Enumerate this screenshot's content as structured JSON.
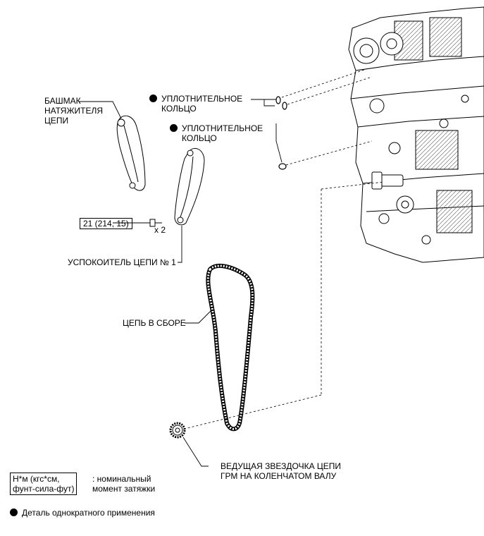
{
  "labels": {
    "tensioner_slipper_line1": "БАШМАК",
    "tensioner_slipper_line2": "НАТЯЖИТЕЛЯ",
    "tensioner_slipper_line3": "ЦЕПИ",
    "oring1_line1": "УПЛОТНИТЕЛЬНОЕ",
    "oring1_line2": "КОЛЬЦО",
    "oring2_line1": "УПЛОТНИТЕЛЬНОЕ",
    "oring2_line2": "КОЛЬЦО",
    "torque_value": "21 (214, 15)",
    "bolt_count": "x 2",
    "damper": "УСПОКОИТЕЛЬ ЦЕПИ № 1",
    "chain": "ЦЕПЬ В СБОРЕ",
    "sprocket_line1": "ВЕДУЩАЯ ЗВЕЗДОЧКА ЦЕПИ",
    "sprocket_line2": "ГРМ НА КОЛЕНЧАТОМ ВАЛУ"
  },
  "legend": {
    "torque_box_line1": "Н*м (кгс*см,",
    "torque_box_line2": "фунт-сила-фут)",
    "torque_desc_line1": ": номинальный",
    "torque_desc_line2": "момент затяжки",
    "non_reusable": "Деталь однократного применения"
  }
}
